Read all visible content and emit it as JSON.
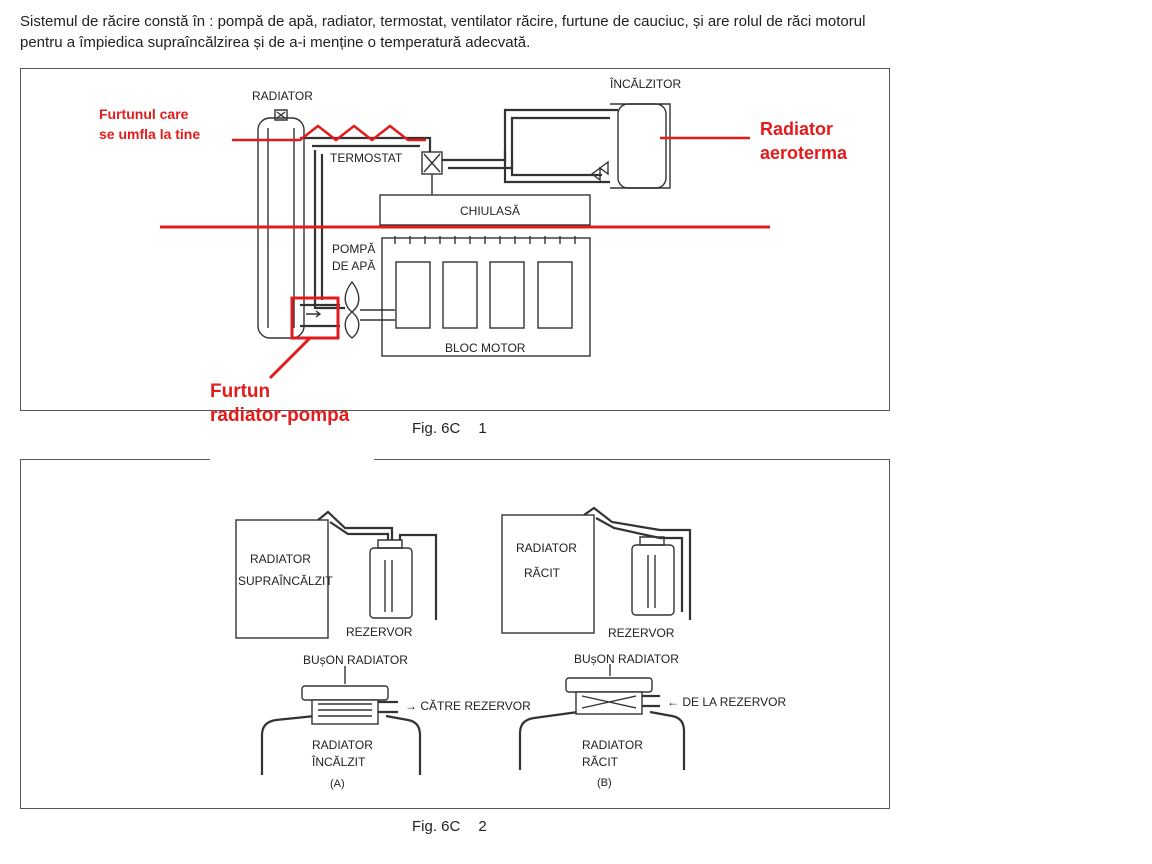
{
  "intro_text": "Sistemul de răcire constă în : pompă de apă, radiator, termostat, ventilator răcire, furtune de cauciuc, și are rolul de răci motorul pentru a împiedica supraîncălzirea și de a-i menține o temperatură adecvată.",
  "figure1": {
    "caption_label": "Fig. 6C",
    "caption_num": "1",
    "labels": {
      "radiator": "RADIATOR",
      "incalzitor": "ÎNCĂLZITOR",
      "termostat": "TERMOSTAT",
      "chiulasa": "CHIULASĂ",
      "pompa_line1": "POMPĂ",
      "pompa_line2": "DE APĂ",
      "bloc_motor": "BLOC MOTOR"
    },
    "annotations": {
      "furtunul_line1": "Furtunul care",
      "furtunul_line2": "se umfla la tine",
      "radiator_aero_line1": "Radiator",
      "radiator_aero_line2": "aeroterma",
      "furtun_rp_line1": "Furtun",
      "furtun_rp_line2": "radiator-pompa"
    },
    "annotation_color": "#e31b1b"
  },
  "figure2": {
    "caption_label": "Fig. 6C",
    "caption_num": "2",
    "labels": {
      "radiator_a1": "RADIATOR",
      "supraincalzit": "SUPRAÎNCĂLZIT",
      "rezervor_a": "REZERVOR",
      "radiator_b1": "RADIATOR",
      "racit_b": "RĂCIT",
      "rezervor_b": "REZERVOR",
      "buson_a": "BUșON RADIATOR",
      "catre_rezervor": "→ CĂTRE REZERVOR",
      "radiator_a2": "RADIATOR",
      "incalzit": "ÎNCĂLZIT",
      "tag_a": "(A)",
      "buson_b": "BUșON RADIATOR",
      "de_la_rezervor": "← DE LA REZERVOR",
      "radiator_b2": "RADIATOR",
      "racit_b2": "RĂCIT",
      "tag_b": "(B)"
    }
  }
}
